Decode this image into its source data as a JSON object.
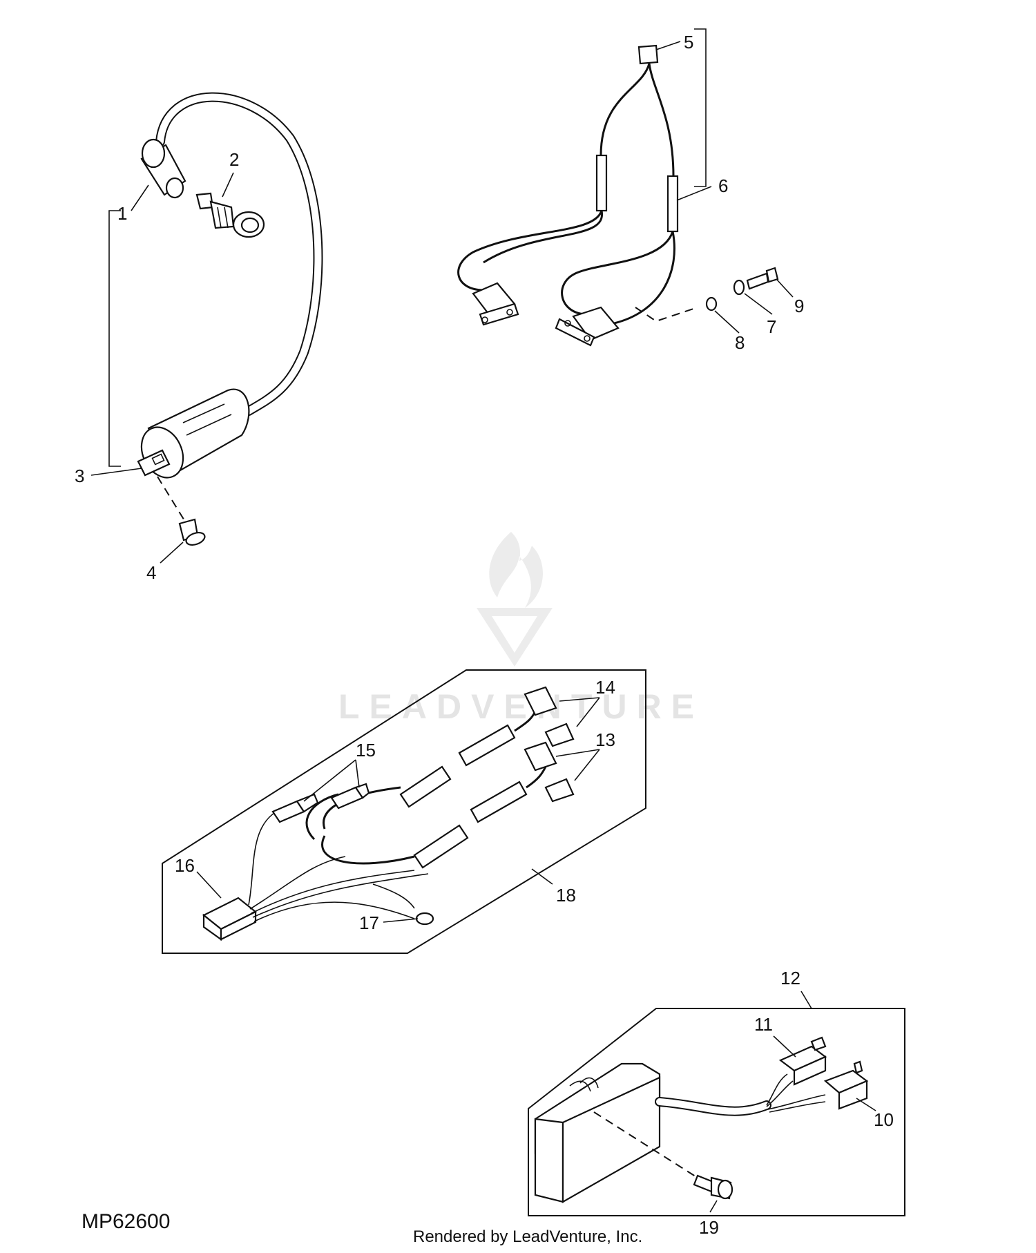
{
  "diagram": {
    "callouts": [
      {
        "id": "c1",
        "text": "1"
      },
      {
        "id": "c2",
        "text": "2"
      },
      {
        "id": "c3",
        "text": "3"
      },
      {
        "id": "c4",
        "text": "4"
      },
      {
        "id": "c5",
        "text": "5"
      },
      {
        "id": "c6",
        "text": "6"
      },
      {
        "id": "c7",
        "text": "7"
      },
      {
        "id": "c8",
        "text": "8"
      },
      {
        "id": "c9",
        "text": "9"
      },
      {
        "id": "c10",
        "text": "10"
      },
      {
        "id": "c11",
        "text": "11"
      },
      {
        "id": "c12",
        "text": "12"
      },
      {
        "id": "c13",
        "text": "13"
      },
      {
        "id": "c14",
        "text": "14"
      },
      {
        "id": "c15",
        "text": "15"
      },
      {
        "id": "c16",
        "text": "16"
      },
      {
        "id": "c17",
        "text": "17"
      },
      {
        "id": "c18",
        "text": "18"
      },
      {
        "id": "c19",
        "text": "19"
      }
    ],
    "figure_id": "MP62600",
    "credit": "Rendered by LeadVenture, Inc.",
    "watermark": "LEADVENTURE"
  }
}
